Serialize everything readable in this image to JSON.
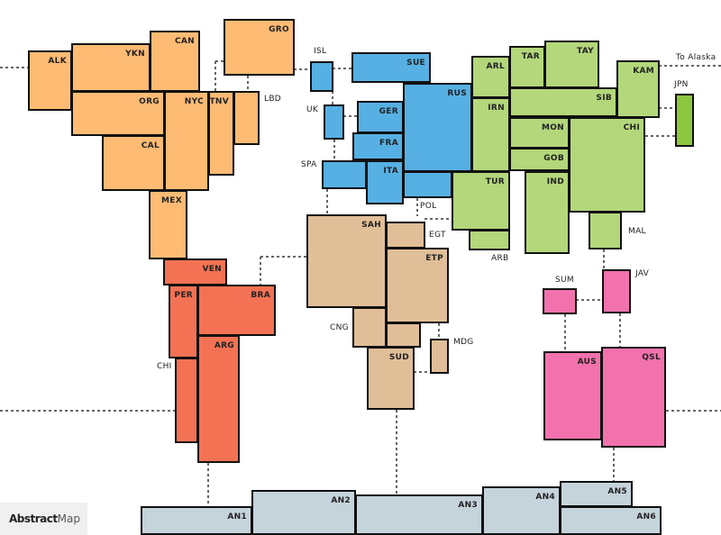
{
  "colors": {
    "north_america": "#fdbb74",
    "europe": "#56b0e3",
    "asia": "#b3d77a",
    "japan": "#8dc63f",
    "africa": "#e0be98",
    "south_america": "#f37253",
    "oceania": "#f272ae",
    "antarctica": "#c5d3db"
  },
  "regions": [
    {
      "id": "ALK",
      "label": "ALK",
      "group": "north_america"
    },
    {
      "id": "YKN",
      "label": "YKN",
      "group": "north_america"
    },
    {
      "id": "CAN",
      "label": "CAN",
      "group": "north_america"
    },
    {
      "id": "GRO",
      "label": "GRO",
      "group": "north_america"
    },
    {
      "id": "ORG",
      "label": "ORG",
      "group": "north_america"
    },
    {
      "id": "NYC",
      "label": "NYC",
      "group": "north_america"
    },
    {
      "id": "TNV",
      "label": "TNV",
      "group": "north_america"
    },
    {
      "id": "LBD",
      "label": "LBD",
      "group": "north_america"
    },
    {
      "id": "CAL",
      "label": "CAL",
      "group": "north_america"
    },
    {
      "id": "MEX",
      "label": "MEX",
      "group": "north_america"
    },
    {
      "id": "ISL",
      "label": "ISL",
      "group": "europe"
    },
    {
      "id": "SUE",
      "label": "SUE",
      "group": "europe"
    },
    {
      "id": "UK",
      "label": "UK",
      "group": "europe"
    },
    {
      "id": "GER",
      "label": "GER",
      "group": "europe"
    },
    {
      "id": "FRA",
      "label": "FRA",
      "group": "europe"
    },
    {
      "id": "SPA",
      "label": "SPA",
      "group": "europe"
    },
    {
      "id": "ITA",
      "label": "ITA",
      "group": "europe"
    },
    {
      "id": "RUS",
      "label": "RUS",
      "group": "europe"
    },
    {
      "id": "POL",
      "label": "POL",
      "group": "europe"
    },
    {
      "id": "ARL",
      "label": "ARL",
      "group": "asia"
    },
    {
      "id": "TAR",
      "label": "TAR",
      "group": "asia"
    },
    {
      "id": "TAY",
      "label": "TAY",
      "group": "asia"
    },
    {
      "id": "KAM",
      "label": "KAM",
      "group": "asia"
    },
    {
      "id": "SIB",
      "label": "SIB",
      "group": "asia"
    },
    {
      "id": "IRN",
      "label": "IRN",
      "group": "asia"
    },
    {
      "id": "MON",
      "label": "MON",
      "group": "asia"
    },
    {
      "id": "GOB",
      "label": "GOB",
      "group": "asia"
    },
    {
      "id": "CHI",
      "label": "CHI",
      "group": "asia"
    },
    {
      "id": "TUR",
      "label": "TUR",
      "group": "asia"
    },
    {
      "id": "ARB",
      "label": "ARB",
      "group": "asia"
    },
    {
      "id": "IND",
      "label": "IND",
      "group": "asia"
    },
    {
      "id": "MAL",
      "label": "MAL",
      "group": "asia"
    },
    {
      "id": "JPN",
      "label": "JPN",
      "group": "japan"
    },
    {
      "id": "SAH",
      "label": "SAH",
      "group": "africa"
    },
    {
      "id": "EGT",
      "label": "EGT",
      "group": "africa"
    },
    {
      "id": "ETP",
      "label": "ETP",
      "group": "africa"
    },
    {
      "id": "CNG",
      "label": "CNG",
      "group": "africa"
    },
    {
      "id": "CNG2",
      "label": "",
      "group": "africa"
    },
    {
      "id": "SUD",
      "label": "SUD",
      "group": "africa"
    },
    {
      "id": "MDG",
      "label": "MDG",
      "group": "africa"
    },
    {
      "id": "VEN",
      "label": "VEN",
      "group": "south_america"
    },
    {
      "id": "PER",
      "label": "PER",
      "group": "south_america"
    },
    {
      "id": "BRA",
      "label": "BRA",
      "group": "south_america"
    },
    {
      "id": "ARG",
      "label": "ARG",
      "group": "south_america"
    },
    {
      "id": "CHS",
      "label": "CHI",
      "group": "south_america"
    },
    {
      "id": "SUM",
      "label": "SUM",
      "group": "oceania"
    },
    {
      "id": "JAV",
      "label": "JAV",
      "group": "oceania"
    },
    {
      "id": "AUS",
      "label": "AUS",
      "group": "oceania"
    },
    {
      "id": "QSL",
      "label": "QSL",
      "group": "oceania"
    },
    {
      "id": "AN1",
      "label": "AN1",
      "group": "antarctica"
    },
    {
      "id": "AN2",
      "label": "AN2",
      "group": "antarctica"
    },
    {
      "id": "AN3",
      "label": "AN3",
      "group": "antarctica"
    },
    {
      "id": "AN4",
      "label": "AN4",
      "group": "antarctica"
    },
    {
      "id": "AN5",
      "label": "AN5",
      "group": "antarctica"
    },
    {
      "id": "AN6",
      "label": "AN6",
      "group": "antarctica"
    }
  ],
  "annotations": {
    "to_alaska": "To Alaska"
  },
  "logo": {
    "bold": "Abstract",
    "light": "Map"
  }
}
